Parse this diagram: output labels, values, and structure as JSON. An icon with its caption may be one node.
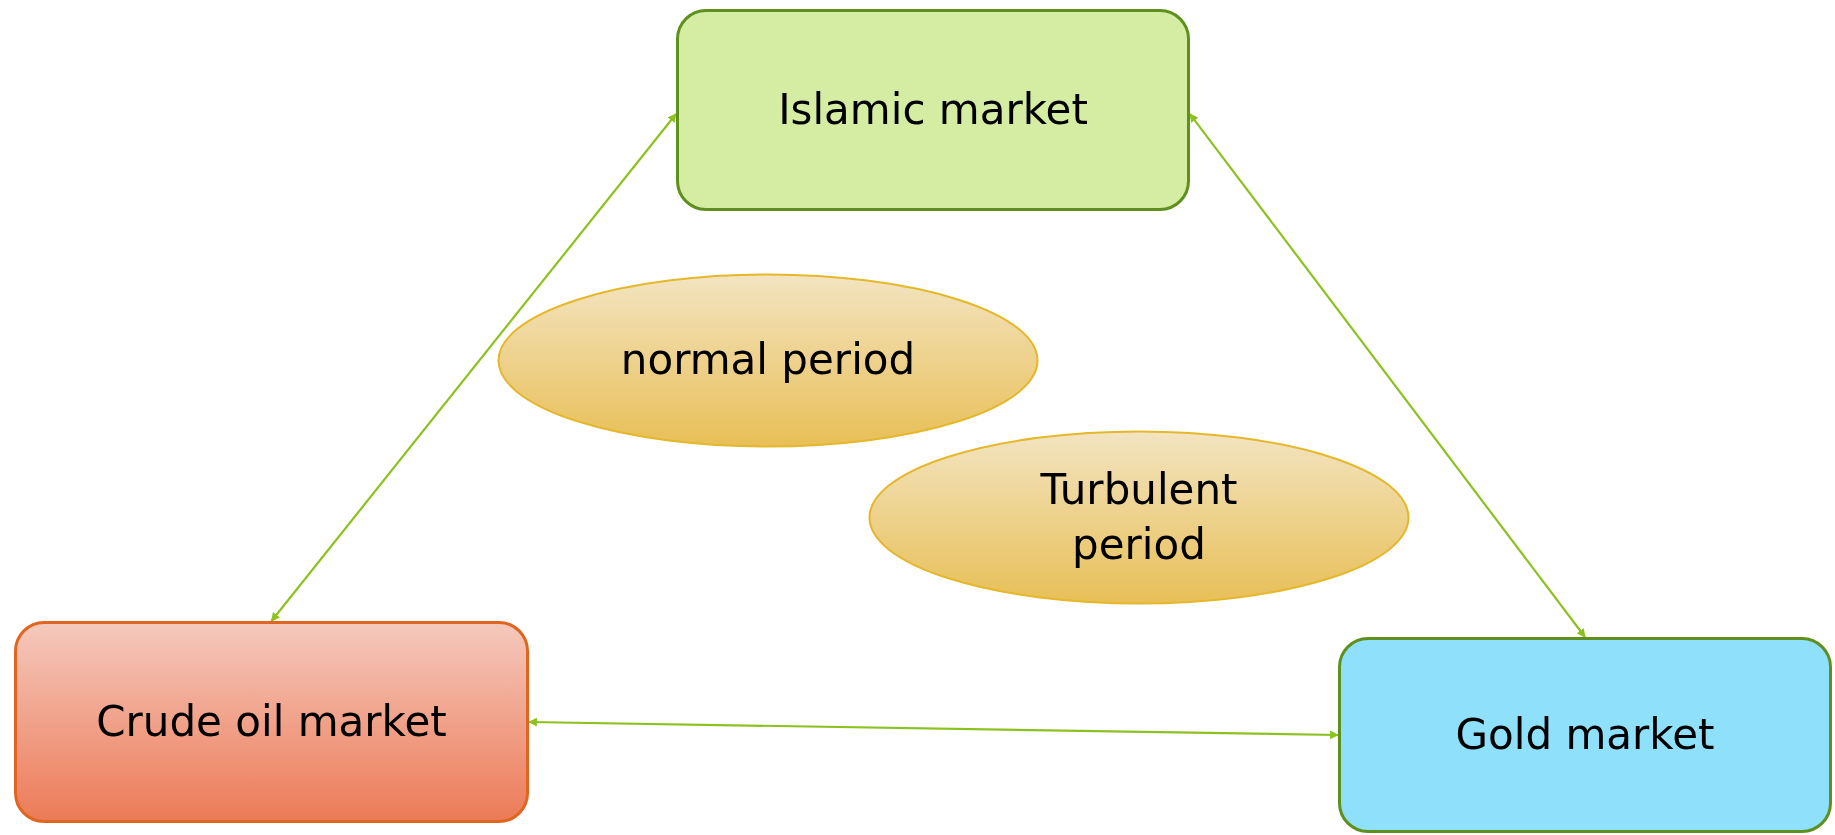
{
  "diagram": {
    "nodes": [
      {
        "text": [
          "Islamic market"
        ]
      },
      {
        "text": [
          "normal period"
        ]
      },
      {
        "text": [
          "Turbulent period"
        ]
      },
      {
        "text": [
          "Crude oil market"
        ]
      },
      {
        "text": [
          "Gold market"
        ]
      }
    ],
    "edges": [
      {
        "from": 0,
        "to": 3,
        "arrow": "both"
      },
      {
        "from": 0,
        "to": 4,
        "arrow": "both"
      },
      {
        "from": 3,
        "to": 4,
        "arrow": "both"
      }
    ]
  }
}
